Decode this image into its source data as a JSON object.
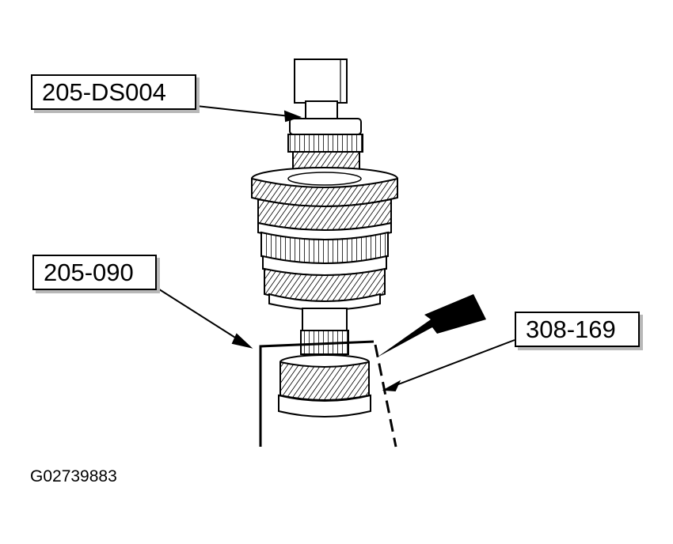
{
  "callouts": {
    "tool_top": "205-DS004",
    "tool_left": "205-090",
    "tool_right": "308-169"
  },
  "figure_id": "G02739883",
  "colors": {
    "ink": "#000000",
    "shadow": "#b8b8b8",
    "background": "#ffffff"
  }
}
